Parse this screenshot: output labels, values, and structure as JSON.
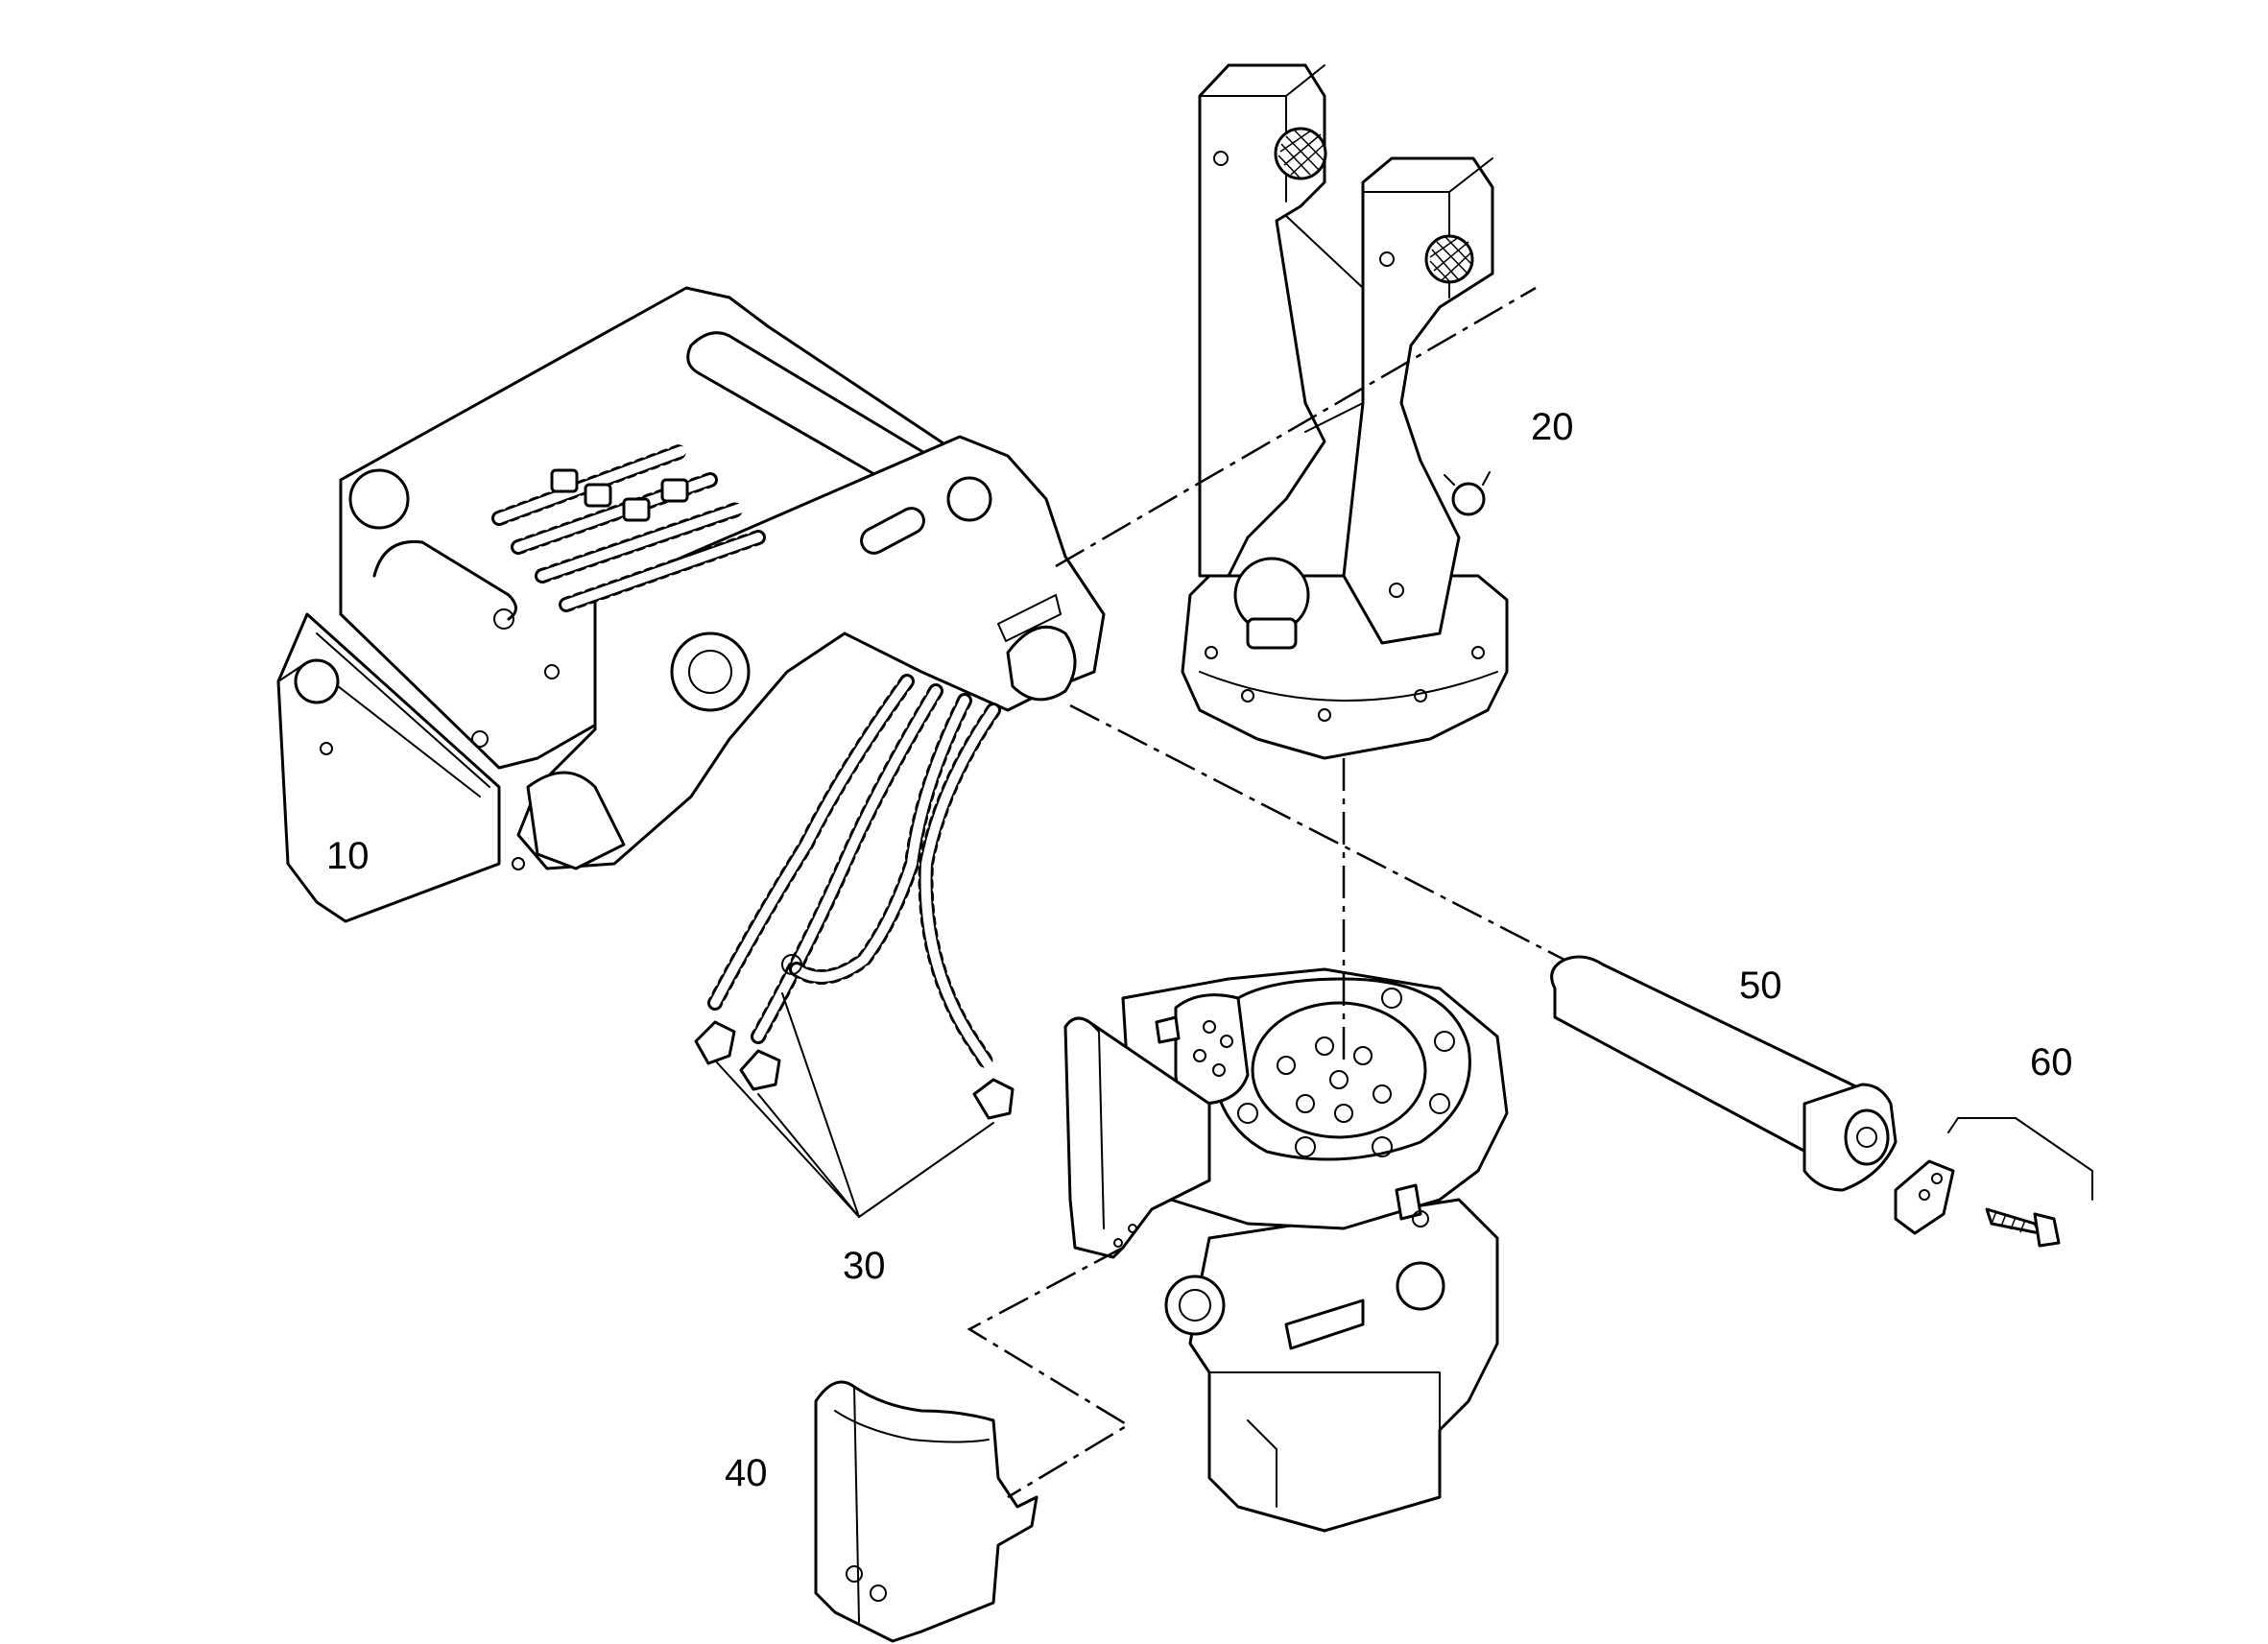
{
  "labels": {
    "p10": "10",
    "p20": "20",
    "p30": "30",
    "p40": "40",
    "p50": "50",
    "p60": "60"
  },
  "colors": {
    "line": "#000000",
    "background": "#ffffff"
  }
}
